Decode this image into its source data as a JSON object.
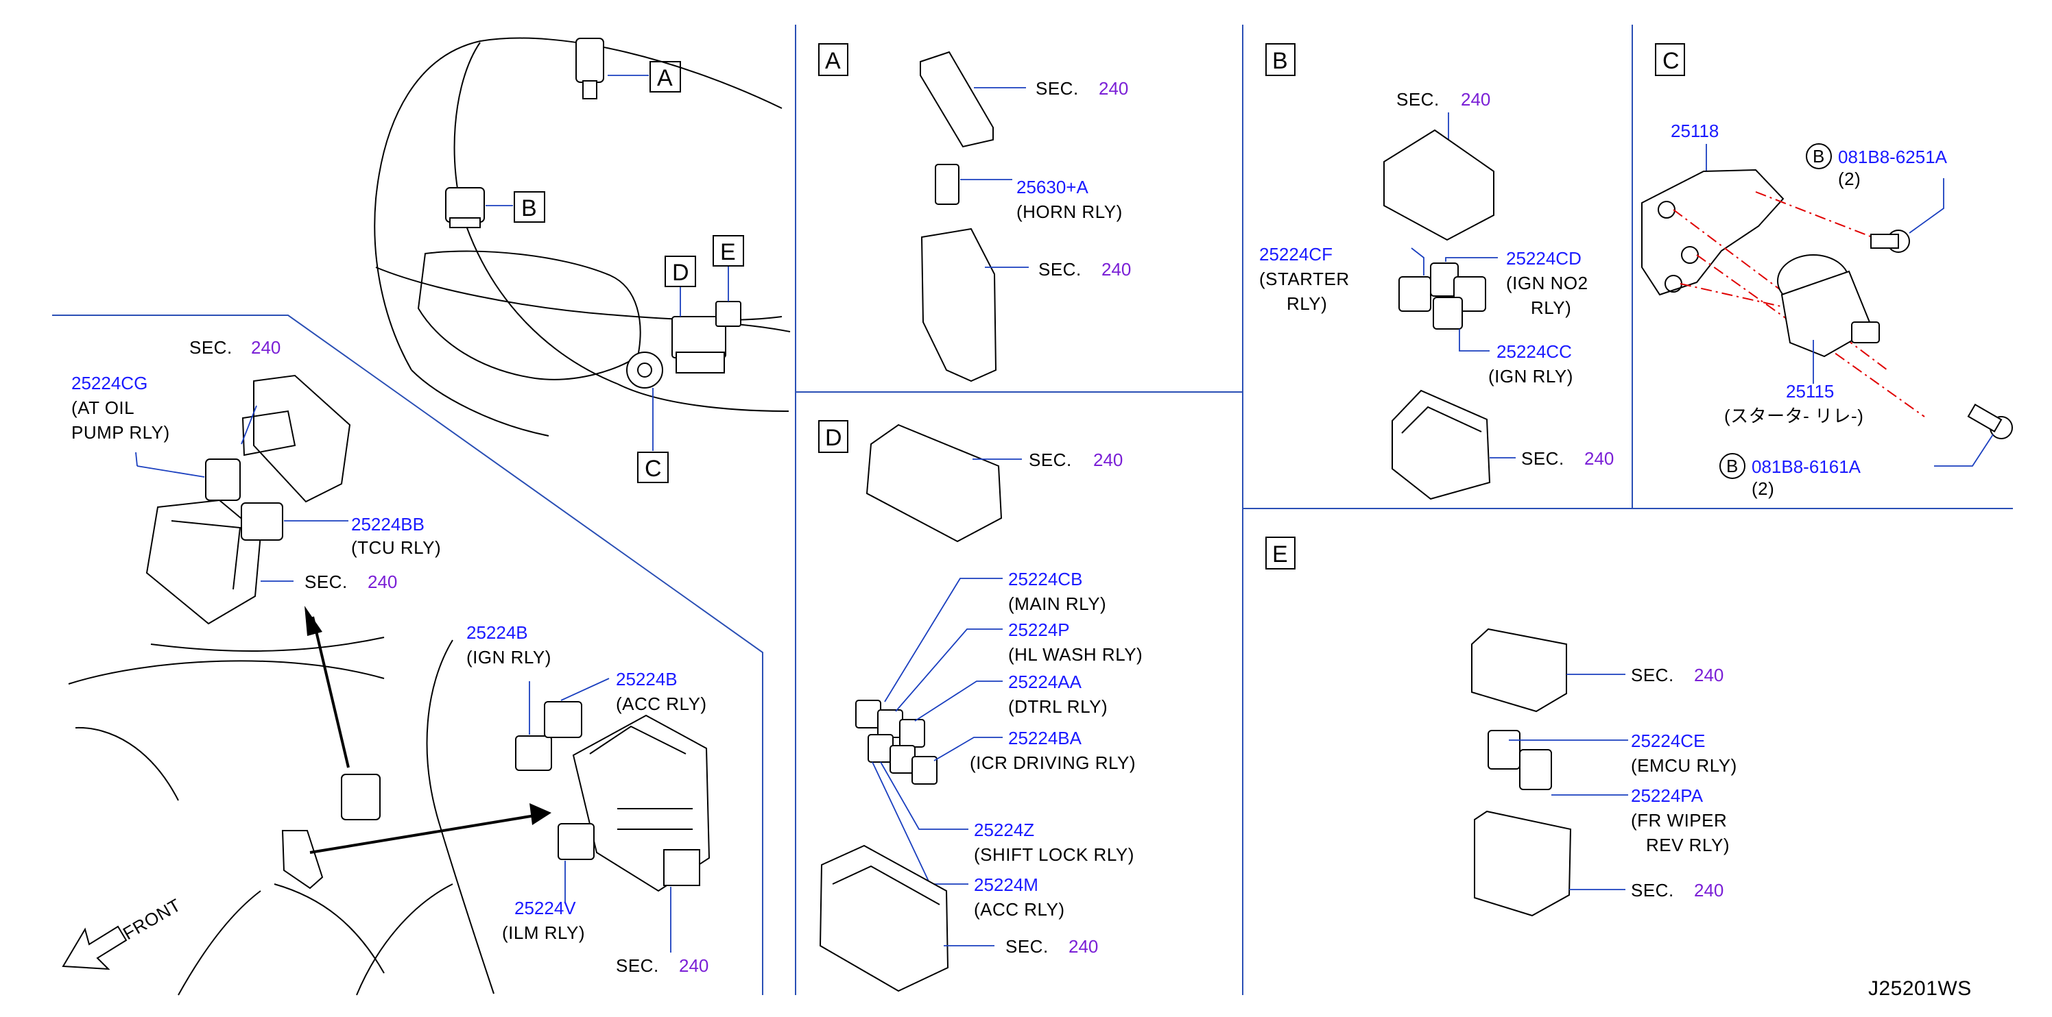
{
  "diagram": {
    "code": "J25201WS",
    "front_label": "FRONT",
    "sec_prefix": "SEC.",
    "sec_number": "240",
    "colors": {
      "part_number": "#1a1aff",
      "sec_number": "#7a1fd6",
      "leader": "#1a3fbf",
      "phantom": "#e00000"
    }
  },
  "overview": {
    "callouts": [
      "A",
      "B",
      "C",
      "D",
      "E"
    ],
    "parts": [
      {
        "pn": "25224CG",
        "desc": [
          "(AT  OIL",
          "PUMP  RLY)"
        ]
      },
      {
        "pn": "25224BB",
        "desc": [
          "(TCU  RLY)"
        ]
      },
      {
        "pn": "25224B",
        "desc": [
          "(IGN  RLY)"
        ]
      },
      {
        "pn": "25224B",
        "desc": [
          "(ACC  RLY)"
        ]
      },
      {
        "pn": "25224V",
        "desc": [
          "(ILM  RLY)"
        ]
      }
    ]
  },
  "panel_a": {
    "letter": "A",
    "parts": [
      {
        "pn": "25630+A",
        "desc": [
          "(HORN  RLY)"
        ]
      }
    ]
  },
  "panel_b": {
    "letter": "B",
    "parts": [
      {
        "pn": "25224CF",
        "desc": [
          "(STARTER",
          "RLY)"
        ]
      },
      {
        "pn": "25224CD",
        "desc": [
          "(IGN  NO2",
          "RLY)"
        ]
      },
      {
        "pn": "25224CC",
        "desc": [
          "(IGN  RLY)"
        ]
      }
    ]
  },
  "panel_c": {
    "letter": "C",
    "parts": [
      {
        "pn": "25118",
        "desc": []
      },
      {
        "pn": "081B8-6251A",
        "ref": "B",
        "qty": "(2)"
      },
      {
        "pn": "25115",
        "desc": [
          "(スタータ-  リレ-)"
        ]
      },
      {
        "pn": "081B8-6161A",
        "ref": "B",
        "qty": "(2)"
      }
    ]
  },
  "panel_d": {
    "letter": "D",
    "parts": [
      {
        "pn": "25224CB",
        "desc": [
          "(MAIN  RLY)"
        ]
      },
      {
        "pn": "25224P",
        "desc": [
          "(HL  WASH  RLY)"
        ]
      },
      {
        "pn": "25224AA",
        "desc": [
          "(DTRL  RLY)"
        ]
      },
      {
        "pn": "25224BA",
        "desc": [
          "(ICR  DRIVING  RLY)"
        ]
      },
      {
        "pn": "25224Z",
        "desc": [
          "(SHIFT  LOCK  RLY)"
        ]
      },
      {
        "pn": "25224M",
        "desc": [
          "(ACC  RLY)"
        ]
      }
    ]
  },
  "panel_e": {
    "letter": "E",
    "parts": [
      {
        "pn": "25224CE",
        "desc": [
          "(EMCU  RLY)"
        ]
      },
      {
        "pn": "25224PA",
        "desc": [
          "(FR  WIPER",
          "REV  RLY)"
        ]
      }
    ]
  }
}
